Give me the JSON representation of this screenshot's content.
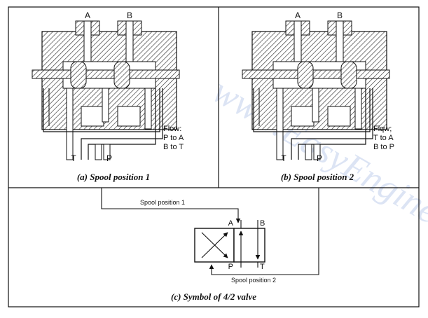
{
  "panel_a": {
    "port_a": "A",
    "port_b": "B",
    "port_t": "T",
    "port_p": "P",
    "flow_label": "Flow:",
    "flow_line1": "P to A",
    "flow_line2": "B to T",
    "caption": "(a) Spool position 1"
  },
  "panel_b": {
    "port_a": "A",
    "port_b": "B",
    "port_t": "T",
    "port_p": "P",
    "flow_label": "Flqw;",
    "flow_line1": "T to A",
    "flow_line2": "B to P",
    "caption": "(b) Spool position 2"
  },
  "panel_c": {
    "pilot_top": "Spool position 1",
    "pilot_bottom": "Spool position 2",
    "port_a": "A",
    "port_b": "B",
    "port_p": "P",
    "port_t": "T",
    "caption": "(c) Symbol of 4/2 valve"
  },
  "watermark": "www.EasyEngineering",
  "colors": {
    "line": "#111111",
    "hatch": "#333333",
    "watermark": "#9db3e0"
  }
}
